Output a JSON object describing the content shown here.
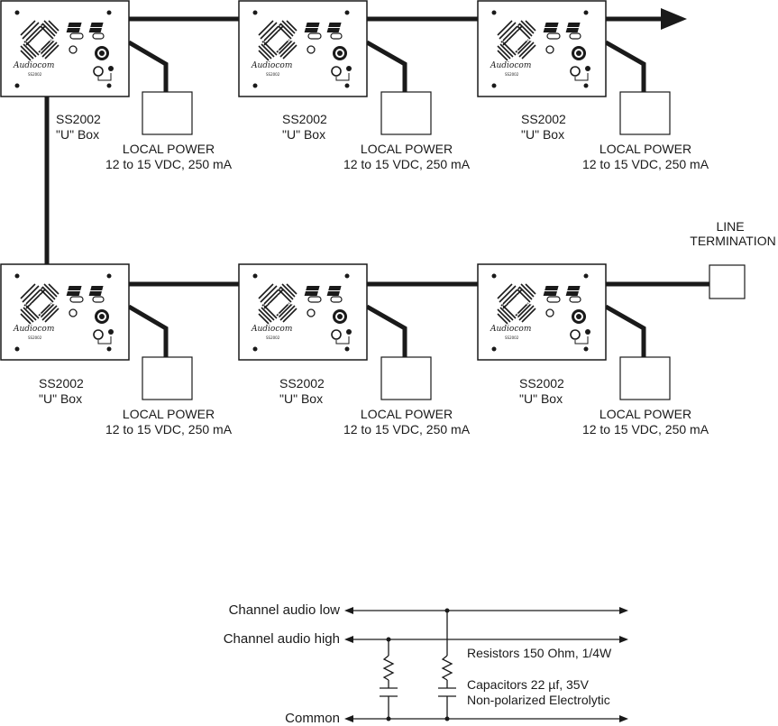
{
  "diagram": {
    "units": [
      {
        "row": 1,
        "col": 1,
        "model": "SS2002",
        "type": "\"U\" Box",
        "brand": "Audiocom",
        "power_label": "LOCAL POWER",
        "power_spec": "12 to 15 VDC, 250 mA"
      },
      {
        "row": 1,
        "col": 2,
        "model": "SS2002",
        "type": "\"U\" Box",
        "brand": "Audiocom",
        "power_label": "LOCAL POWER",
        "power_spec": "12 to 15 VDC, 250 mA"
      },
      {
        "row": 1,
        "col": 3,
        "model": "SS2002",
        "type": "\"U\" Box",
        "brand": "Audiocom",
        "power_label": "LOCAL POWER",
        "power_spec": "12 to 15 VDC, 250 mA"
      },
      {
        "row": 2,
        "col": 1,
        "model": "SS2002",
        "type": "\"U\" Box",
        "brand": "Audiocom",
        "power_label": "LOCAL POWER",
        "power_spec": "12 to 15 VDC, 250 mA"
      },
      {
        "row": 2,
        "col": 2,
        "model": "SS2002",
        "type": "\"U\" Box",
        "brand": "Audiocom",
        "power_label": "LOCAL POWER",
        "power_spec": "12 to 15 VDC, 250 mA"
      },
      {
        "row": 2,
        "col": 3,
        "model": "SS2002",
        "type": "\"U\" Box",
        "brand": "Audiocom",
        "power_label": "LOCAL POWER",
        "power_spec": "12 to 15 VDC, 250 mA"
      }
    ],
    "termination": {
      "line1": "LINE",
      "line2": "TERMINATION"
    },
    "continuation_arrow": "arrow-right",
    "colors": {
      "ink": "#1a1a1a",
      "background": "#ffffff"
    }
  },
  "schematic": {
    "lines": {
      "audio_low": "Channel audio low",
      "audio_high": "Channel audio high",
      "common": "Common"
    },
    "notes": {
      "resistors": "Resistors 150 Ohm, 1/4W",
      "capacitors": "Capacitors 22 µf, 35V",
      "capacitor_type": "Non-polarized Electrolytic"
    }
  }
}
